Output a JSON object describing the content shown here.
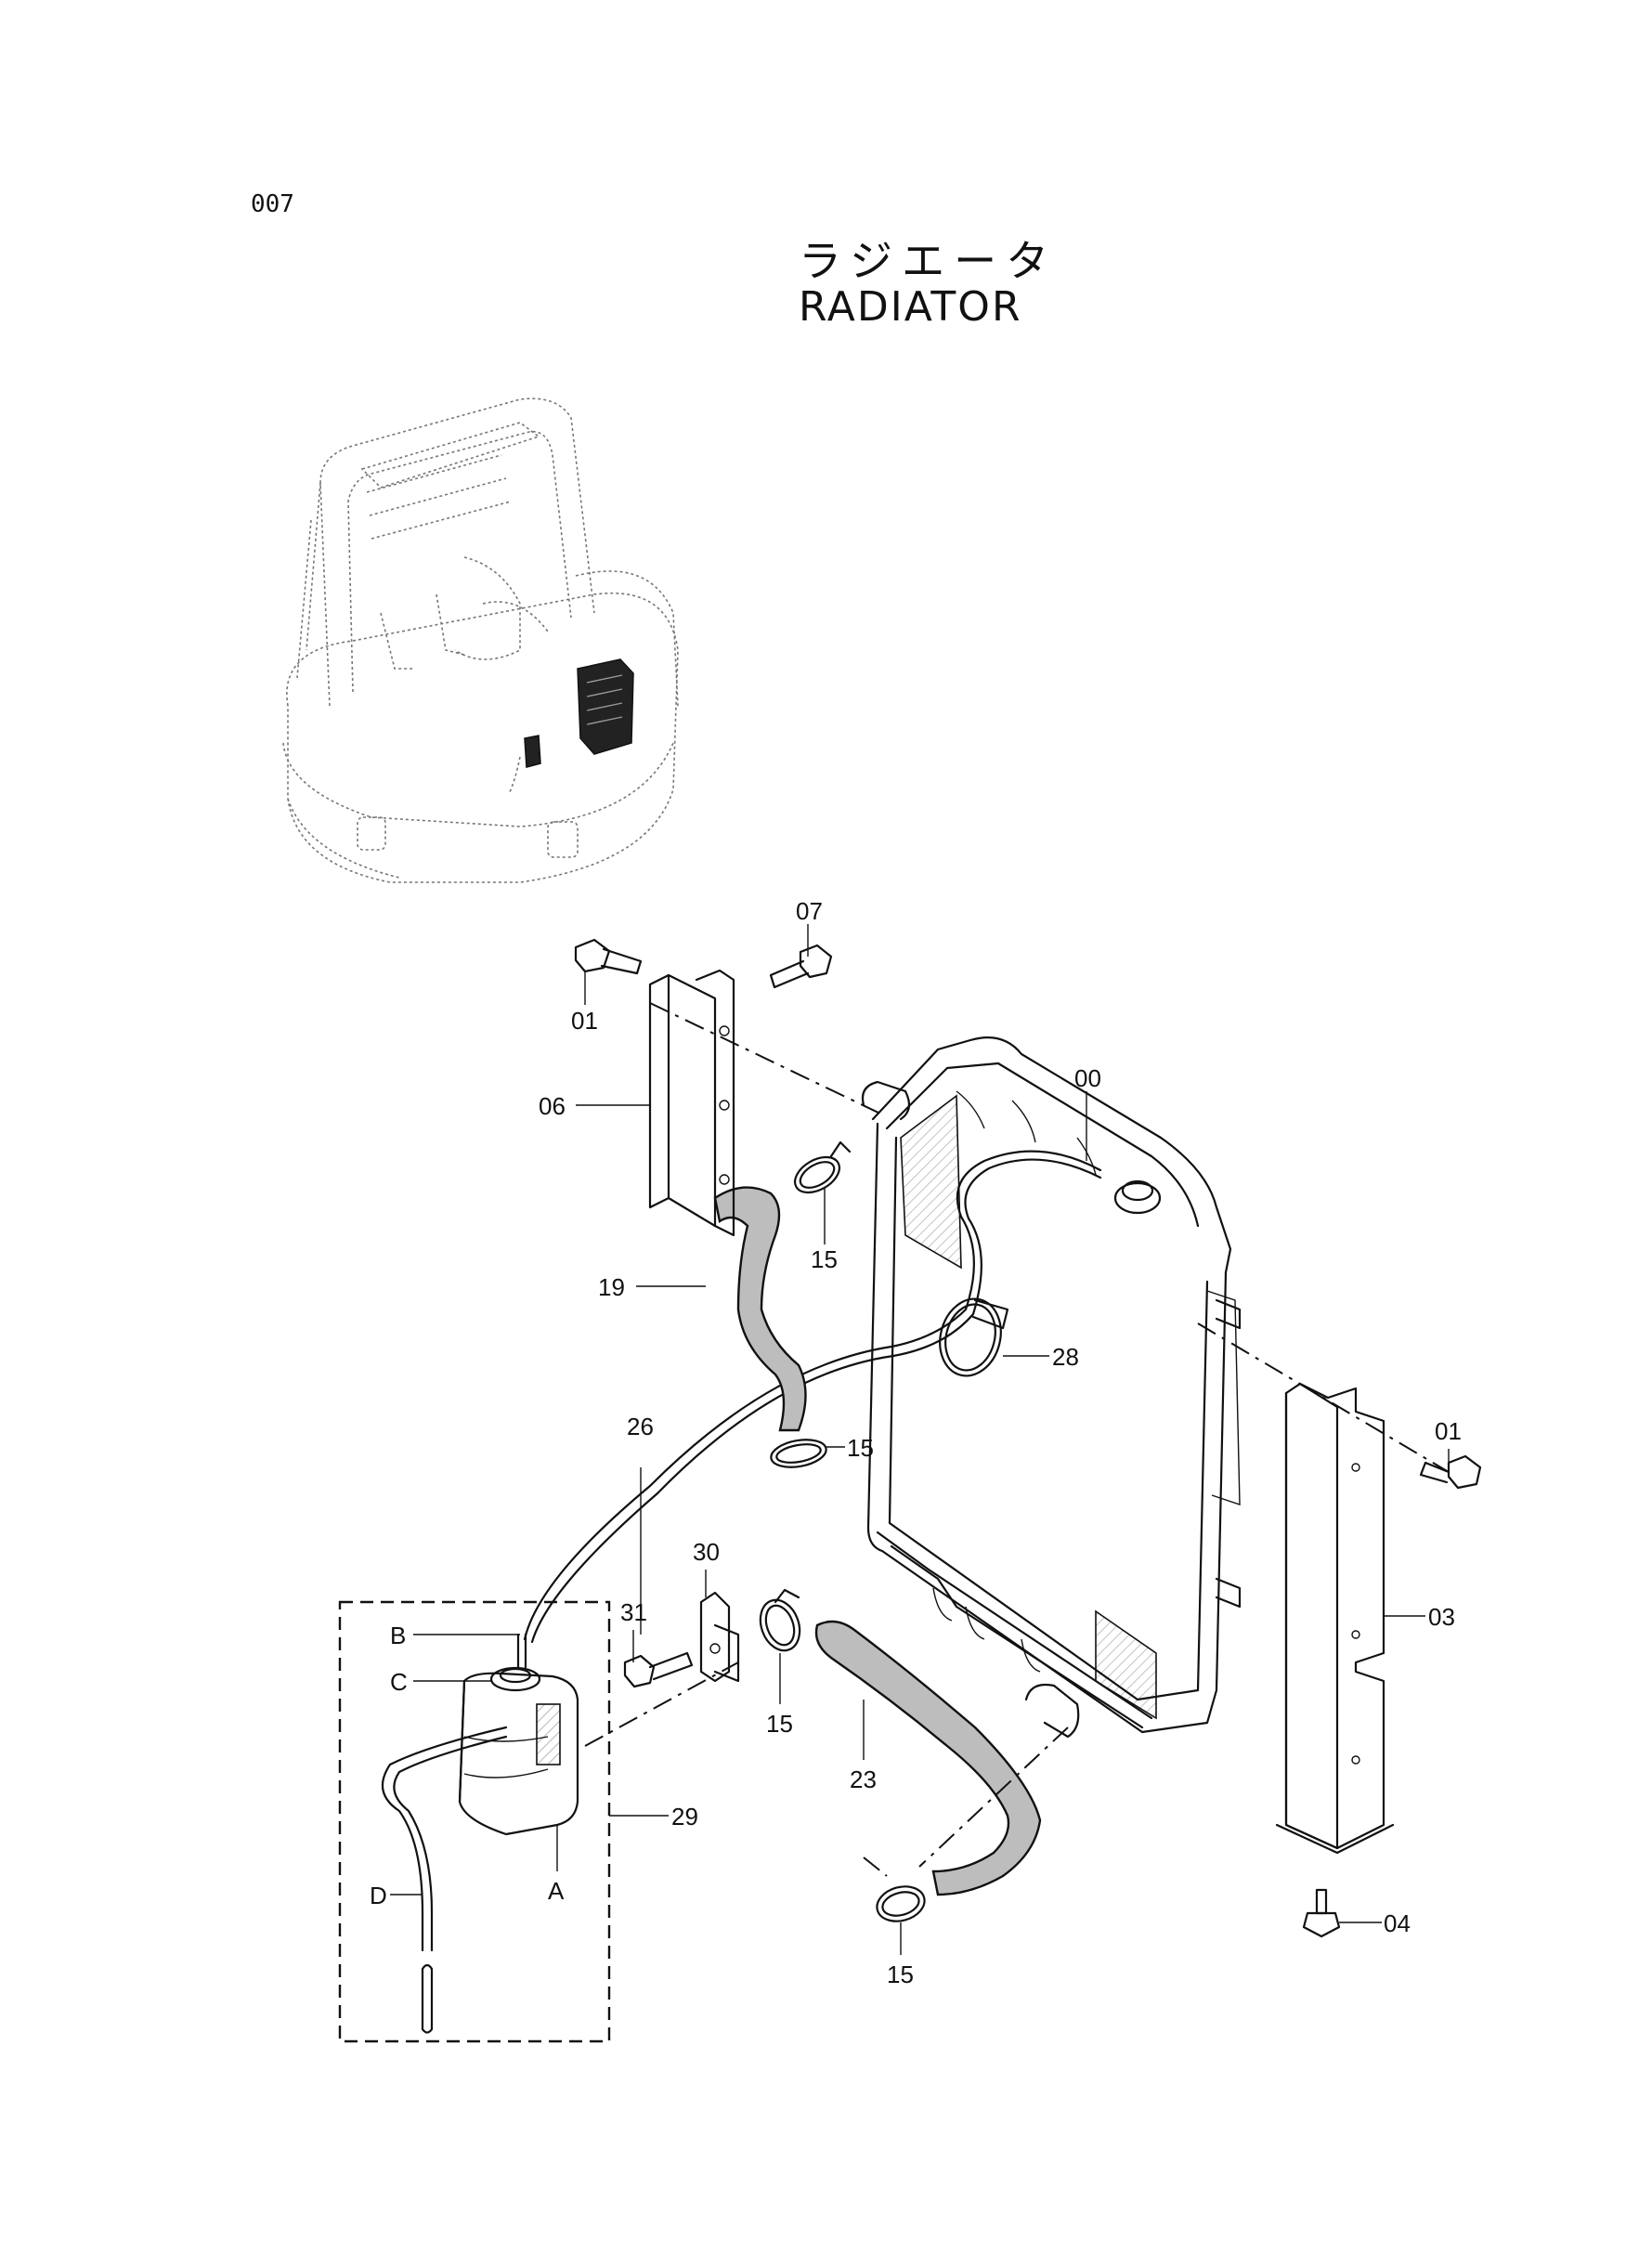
{
  "page": {
    "number": "007",
    "title_japanese": "ラジエータ",
    "title_english": "RADIATOR"
  },
  "callouts": [
    {
      "id": "c00",
      "label": "00"
    },
    {
      "id": "c01a",
      "label": "01"
    },
    {
      "id": "c01b",
      "label": "01"
    },
    {
      "id": "c03",
      "label": "03"
    },
    {
      "id": "c04",
      "label": "04"
    },
    {
      "id": "c06",
      "label": "06"
    },
    {
      "id": "c07",
      "label": "07"
    },
    {
      "id": "c15a",
      "label": "15"
    },
    {
      "id": "c15b",
      "label": "15"
    },
    {
      "id": "c15c",
      "label": "15"
    },
    {
      "id": "c15d",
      "label": "15"
    },
    {
      "id": "c19",
      "label": "19"
    },
    {
      "id": "c23",
      "label": "23"
    },
    {
      "id": "c26",
      "label": "26"
    },
    {
      "id": "c28",
      "label": "28"
    },
    {
      "id": "c29",
      "label": "29"
    },
    {
      "id": "c30",
      "label": "30"
    },
    {
      "id": "c31",
      "label": "31"
    },
    {
      "id": "cA",
      "label": "A"
    },
    {
      "id": "cB",
      "label": "B"
    },
    {
      "id": "cC",
      "label": "C"
    },
    {
      "id": "cD",
      "label": "D"
    }
  ]
}
